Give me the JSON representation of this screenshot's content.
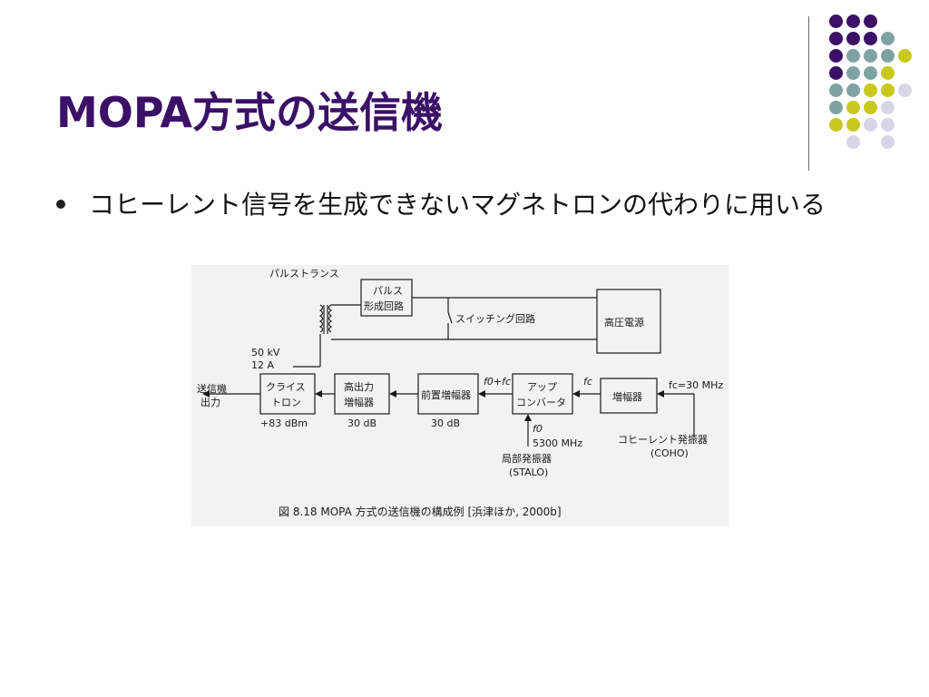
{
  "slide": {
    "title": "MOPA方式の送信機",
    "bullet": "コヒーレント信号を生成できないマグネトロンの代わりに用いる"
  },
  "decor_colors": [
    "#3b1167",
    "#7fa3a3",
    "#c8c81e",
    "#d6d6e8"
  ],
  "figure": {
    "pulse_transformer": "パルストランス",
    "pulse_circuit": [
      "パルス",
      "形成回路"
    ],
    "switch": "スイッチング回路",
    "hv_supply": "高圧電源",
    "voltage": "50 kV",
    "current": "12 A",
    "output": [
      "送信機",
      "出力"
    ],
    "klystron": [
      "クライス",
      "トロン"
    ],
    "hp_amp": [
      "高出力",
      "増幅器"
    ],
    "pre_amp": "前置増幅器",
    "upconv": [
      "アップ",
      "コンバータ"
    ],
    "amp": "増幅器",
    "gain1": "+83 dBm",
    "gain2": "30 dB",
    "gain3": "30 dB",
    "f_sum": "f0+fc",
    "fc": "fc",
    "fc_val": "fc=30 MHz",
    "f0": "f0",
    "f0_val": "5300 MHz",
    "stalo": [
      "局部発振器",
      "(STALO)"
    ],
    "coho": [
      "コヒーレント発振器",
      "(COHO)"
    ],
    "caption": "図 8.18  MOPA 方式の送信機の構成例  [浜津ほか, 2000b]"
  }
}
